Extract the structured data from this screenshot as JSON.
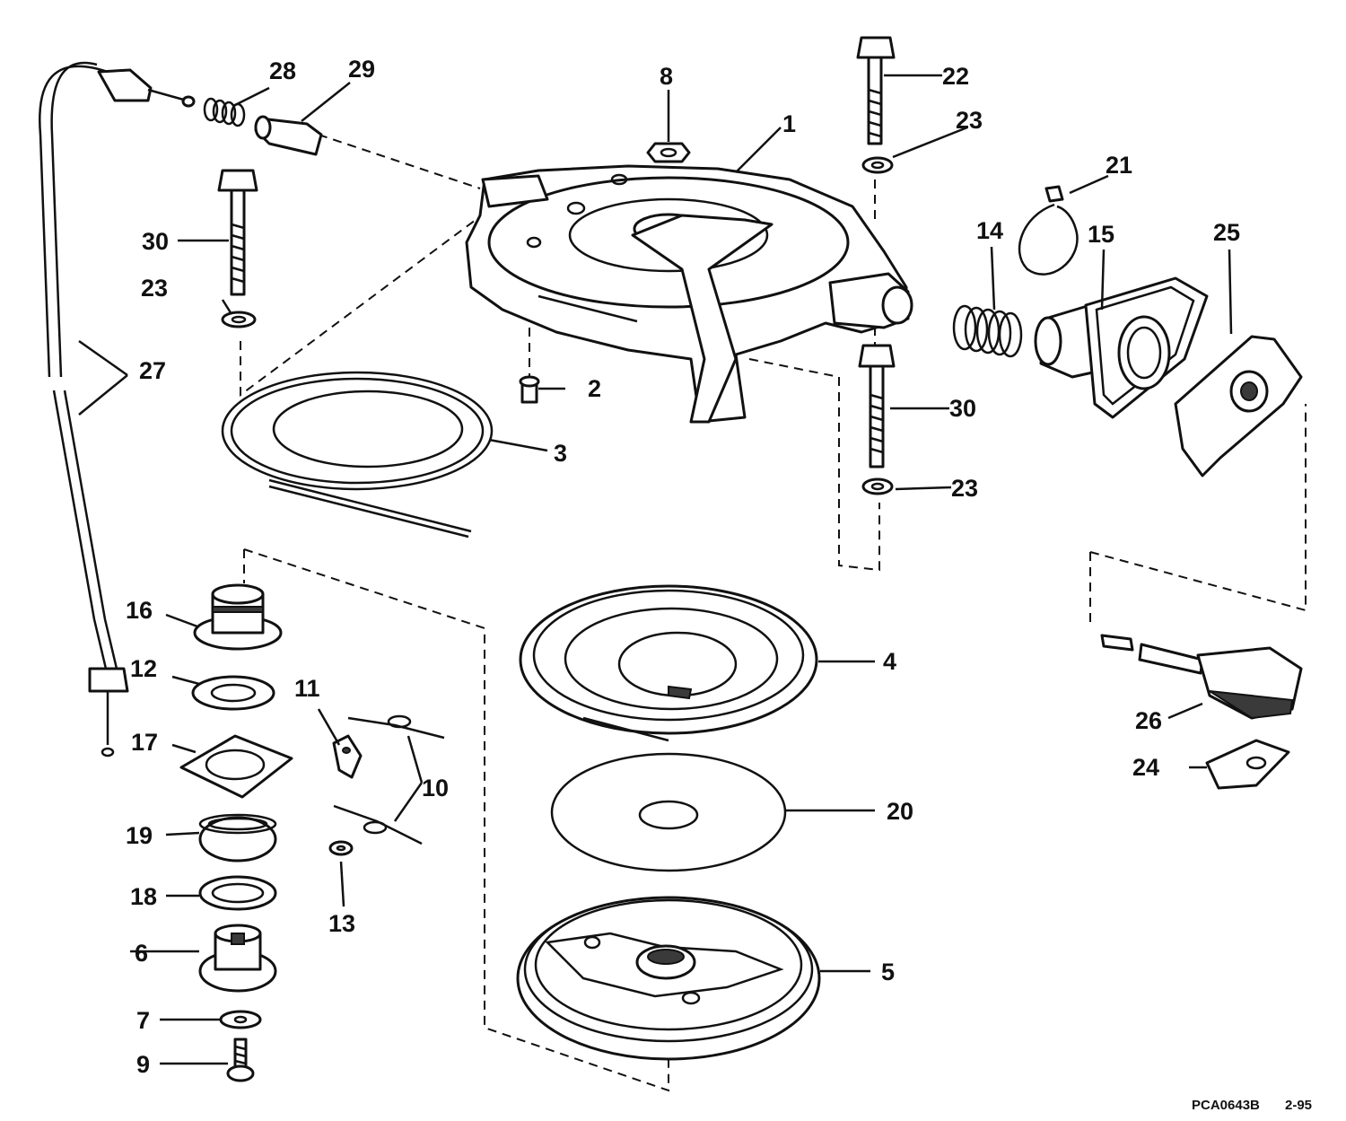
{
  "figure": {
    "code": "PCA0643B",
    "date": "2-95"
  },
  "callouts": [
    {
      "id": "1",
      "text": "1"
    },
    {
      "id": "2",
      "text": "2"
    },
    {
      "id": "3",
      "text": "3"
    },
    {
      "id": "4",
      "text": "4"
    },
    {
      "id": "5",
      "text": "5"
    },
    {
      "id": "6",
      "text": "6"
    },
    {
      "id": "7",
      "text": "7"
    },
    {
      "id": "8",
      "text": "8"
    },
    {
      "id": "9",
      "text": "9"
    },
    {
      "id": "10",
      "text": "10"
    },
    {
      "id": "11",
      "text": "11"
    },
    {
      "id": "12",
      "text": "12"
    },
    {
      "id": "13",
      "text": "13"
    },
    {
      "id": "14",
      "text": "14"
    },
    {
      "id": "15",
      "text": "15"
    },
    {
      "id": "16",
      "text": "16"
    },
    {
      "id": "17",
      "text": "17"
    },
    {
      "id": "18",
      "text": "18"
    },
    {
      "id": "19",
      "text": "19"
    },
    {
      "id": "20",
      "text": "20"
    },
    {
      "id": "21",
      "text": "21"
    },
    {
      "id": "22",
      "text": "22"
    },
    {
      "id": "23a",
      "text": "23"
    },
    {
      "id": "23b",
      "text": "23"
    },
    {
      "id": "23c",
      "text": "23"
    },
    {
      "id": "24",
      "text": "24"
    },
    {
      "id": "25",
      "text": "25"
    },
    {
      "id": "26",
      "text": "26"
    },
    {
      "id": "27",
      "text": "27"
    },
    {
      "id": "28",
      "text": "28"
    },
    {
      "id": "29",
      "text": "29"
    },
    {
      "id": "30a",
      "text": "30"
    },
    {
      "id": "30b",
      "text": "30"
    }
  ]
}
